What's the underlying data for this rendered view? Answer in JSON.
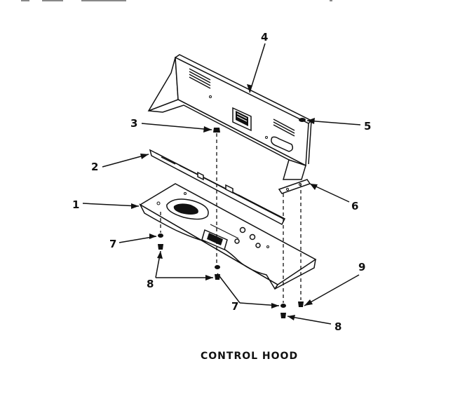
{
  "diagram": {
    "caption": "CONTROL HOOD",
    "header_fragment": "",
    "callouts": [
      {
        "part": "hood-base-panel",
        "label": "1"
      },
      {
        "part": "mounting-bracket",
        "label": "2"
      },
      {
        "part": "nut",
        "label": "3"
      },
      {
        "part": "control-hood-cover",
        "label": "4"
      },
      {
        "part": "clip",
        "label": "5"
      },
      {
        "part": "side-bracket",
        "label": "6"
      },
      {
        "part": "washer-left",
        "label": "7"
      },
      {
        "part": "screw-left",
        "label": "8"
      },
      {
        "part": "screw-right",
        "label": "9"
      },
      {
        "part": "washer-lower",
        "label": "7"
      },
      {
        "part": "screw-lower",
        "label": "8"
      }
    ]
  }
}
